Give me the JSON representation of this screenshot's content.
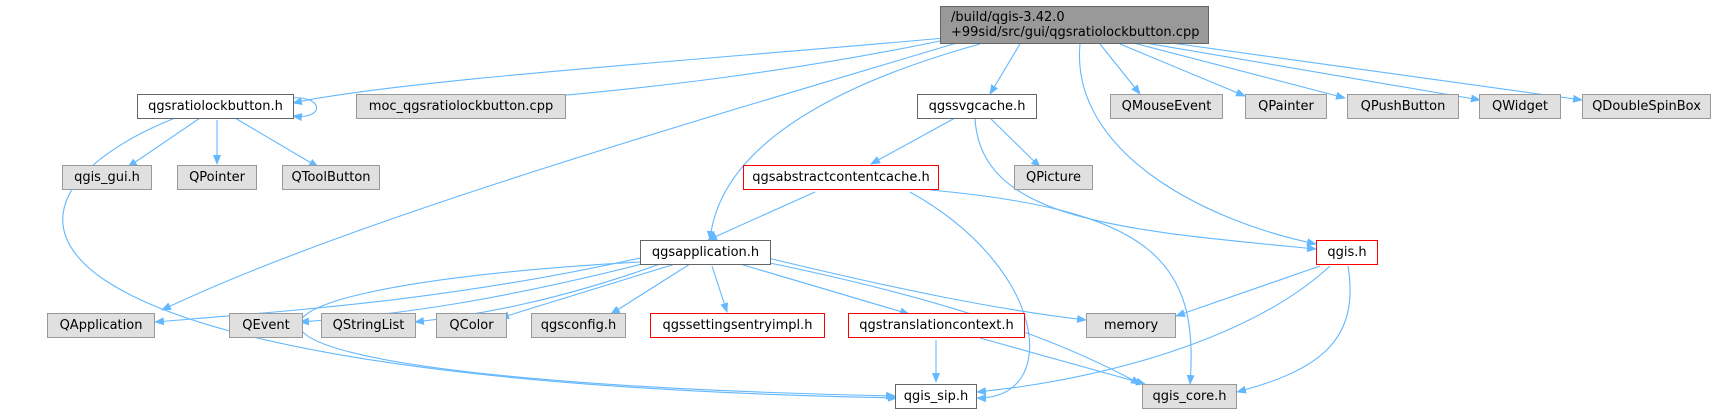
{
  "diagram": {
    "root": {
      "line1": "/build/qgis-3.42.0",
      "line2": "+99sid/src/gui/qgsratiolockbutton.cpp"
    },
    "nodes": {
      "ratiolock_h": "qgsratiolockbutton.h",
      "moc_cpp": "moc_qgsratiolockbutton.cpp",
      "svgcache_h": "qgssvgcache.h",
      "qmouseevent": "QMouseEvent",
      "qpainter": "QPainter",
      "qpushbutton": "QPushButton",
      "qwidget": "QWidget",
      "qdoublespinbox": "QDoubleSpinBox",
      "qgis_gui_h": "qgis_gui.h",
      "qpointer": "QPointer",
      "qtoolbutton": "QToolButton",
      "abstractcache_h": "qgsabstractcontentcache.h",
      "qpicture": "QPicture",
      "application_h": "qgsapplication.h",
      "qgis_h": "qgis.h",
      "qapplication": "QApplication",
      "qevent": "QEvent",
      "qstringlist": "QStringList",
      "qcolor": "QColor",
      "qgsconfig_h": "qgsconfig.h",
      "settingsentry_h": "qgssettingsentryimpl.h",
      "translationctx_h": "qgstranslationcontext.h",
      "memory": "memory",
      "qgis_core_h": "qgis_core.h",
      "qgis_sip_h": "qgis_sip.h"
    },
    "colors": {
      "edge": "#63b8ff",
      "root_fill": "#999999",
      "external_fill": "#e0e0e0",
      "truncated_border": "#ff0000"
    }
  }
}
